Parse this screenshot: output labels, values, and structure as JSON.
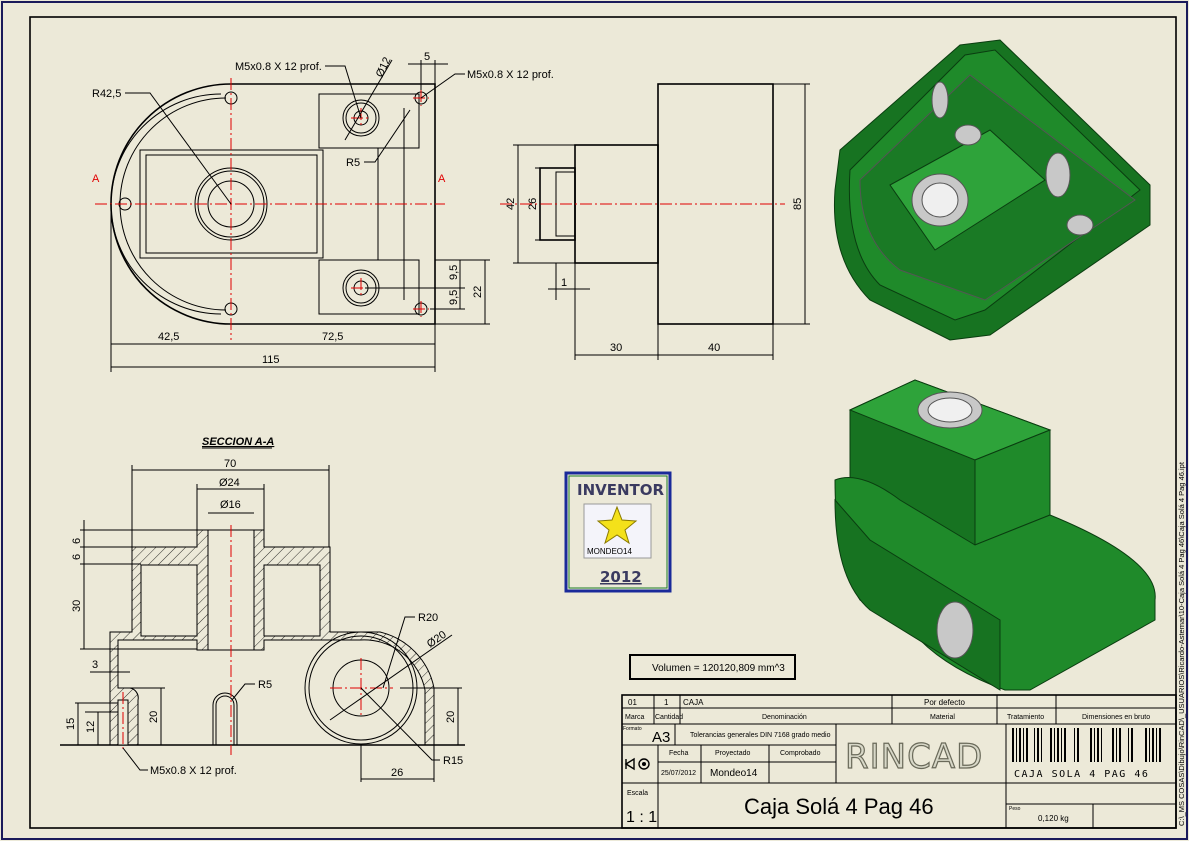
{
  "drawing": {
    "top_view": {
      "section_mark": "A",
      "callouts": [
        "M5x0.8 X 12 prof.",
        "M5x0.8 X 12 prof.",
        "R42,5",
        "R5",
        "Ø12"
      ],
      "dims": [
        "5",
        "9,5",
        "9,5",
        "22",
        "42,5",
        "72,5",
        "115"
      ]
    },
    "front_view": {
      "dims": [
        "42",
        "26",
        "85",
        "1",
        "30",
        "40"
      ]
    },
    "section_view": {
      "title": "SECCION A-A",
      "dims": [
        "70",
        "Ø24",
        "Ø16",
        "6",
        "6",
        "30",
        "3",
        "15",
        "12",
        "20",
        "20",
        "26",
        "Ø20"
      ],
      "callouts": [
        "R20",
        "R5",
        "R15",
        "M5x0.8 X 12 prof."
      ]
    },
    "logo": {
      "top": "INVENTOR",
      "middle": "MONDEO14",
      "bottom": "2012"
    },
    "volume": "Volumen = 120120,809 mm^3",
    "side_path": "C:\\_MS COSAS\\Dibujo\\RinCAD\\_USUARIOS\\Ricardo-Astemar\\10-Caja Solá 4 Pag 46\\Caja Solá 4 Pag 46.ipt"
  },
  "title_block": {
    "row1": {
      "marca": "01",
      "cantidad": "1",
      "denominacion": "CAJA",
      "material": "Por defecto"
    },
    "headers": {
      "marca": "Marca",
      "cantidad": "Cantidad",
      "denominacion": "Denominación",
      "material": "Material",
      "tratamiento": "Tratamiento",
      "dimensiones": "Dimensiones en bruto"
    },
    "formato_label": "Formato",
    "formato": "A3",
    "tolerancias": "Tolerancias generales DIN 7168 grado medio",
    "fecha_label": "Fecha",
    "proyectado_label": "Proyectado",
    "comprobado_label": "Comprobado",
    "fecha": "25/07/2012",
    "proyectado": "Mondeo14",
    "company_logo": "RINCAD",
    "barcode_text": "CAJA SOLA 4 PAG 46",
    "escala_label": "Escala",
    "escala": "1 : 1",
    "title": "Caja Solá 4 Pag 46",
    "peso_label": "Peso",
    "peso": "0,120 kg"
  },
  "colors": {
    "background": "#ece9d8",
    "centerline": "#e00000",
    "model": "#1f8a2a"
  }
}
